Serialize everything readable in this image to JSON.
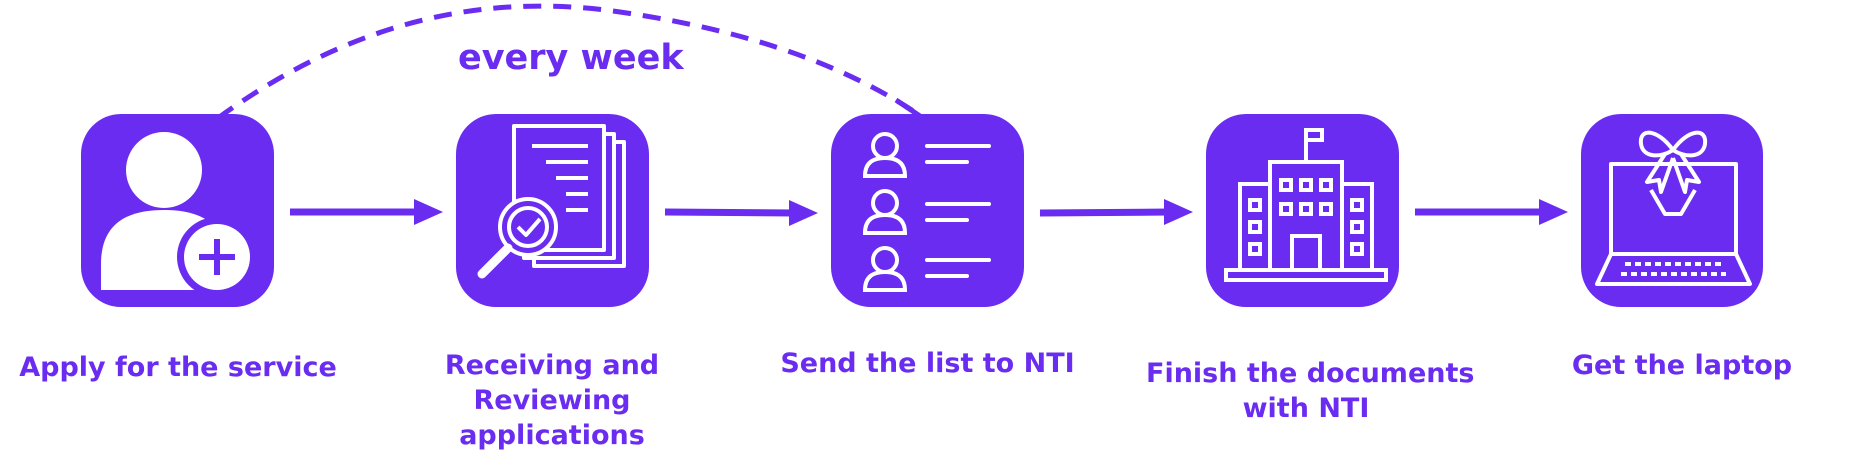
{
  "colors": {
    "accent": "#6a2cf0",
    "icon_bg": "#6a2cf0",
    "icon_line": "#ffffff"
  },
  "repeat_label": "every week",
  "steps": [
    {
      "icon": "add-user-icon",
      "label_lines": [
        "Apply for the service"
      ]
    },
    {
      "icon": "document-review-icon",
      "label_lines": [
        "Receiving and",
        "Reviewing",
        "applications"
      ]
    },
    {
      "icon": "user-list-icon",
      "label_lines": [
        "Send the list to NTI"
      ]
    },
    {
      "icon": "building-icon",
      "label_lines": [
        "Finish the documents",
        "with NTI"
      ]
    },
    {
      "icon": "laptop-gift-icon",
      "label_lines": [
        "Get the laptop"
      ]
    }
  ]
}
